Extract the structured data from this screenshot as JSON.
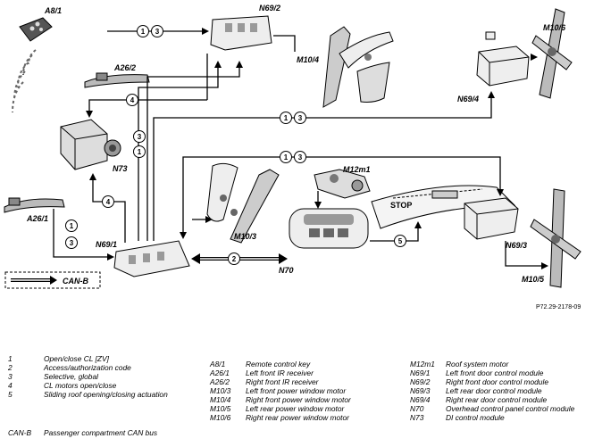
{
  "labels": {
    "a8_1": "A8/1",
    "a26_2": "A26/2",
    "a26_1": "A26/1",
    "n73": "N73",
    "n69_1": "N69/1",
    "n69_2": "N69/2",
    "n69_3": "N69/3",
    "n69_4": "N69/4",
    "n70": "N70",
    "m10_3": "M10/3",
    "m10_4": "M10/4",
    "m10_5": "M10/5",
    "m10_6": "M10/6",
    "m12m1": "M12m1",
    "stop": "STOP",
    "can_b": "CAN-B",
    "figure_number": "P72.29-2178-09"
  },
  "circle_numbers": {
    "one": "1",
    "three": "3",
    "four": "4",
    "two": "2",
    "five": "5"
  },
  "legend_numbers": [
    {
      "key": "1",
      "text": "Open/close CL [ZV]"
    },
    {
      "key": "2",
      "text": "Access/authorization code"
    },
    {
      "key": "3",
      "text": "Selective, global"
    },
    {
      "key": "4",
      "text": "CL motors open/close"
    },
    {
      "key": "5",
      "text": "Sliding roof opening/closing actuation"
    }
  ],
  "legend_can": {
    "key": "CAN-B",
    "text": "Passenger compartment CAN bus"
  },
  "legend_components_a": [
    {
      "key": "A8/1",
      "text": "Remote control key"
    },
    {
      "key": "A26/1",
      "text": "Left front IR receiver"
    },
    {
      "key": "A26/2",
      "text": "Right front IR receiver"
    },
    {
      "key": "M10/3",
      "text": "Left front power window motor"
    },
    {
      "key": "M10/4",
      "text": "Right front power window motor"
    },
    {
      "key": "M10/5",
      "text": "Left rear power window motor"
    },
    {
      "key": "M10/6",
      "text": "Right rear power window motor"
    }
  ],
  "legend_components_b": [
    {
      "key": "M12m1",
      "text": "Roof system motor"
    },
    {
      "key": "N69/1",
      "text": "Left front door control module"
    },
    {
      "key": "N69/2",
      "text": "Right front door control module"
    },
    {
      "key": "N69/3",
      "text": "Left rear door control module"
    },
    {
      "key": "N69/4",
      "text": "Right rear door control module"
    },
    {
      "key": "N70",
      "text": "Overhead control panel control module"
    },
    {
      "key": "N73",
      "text": "DI control module"
    }
  ]
}
